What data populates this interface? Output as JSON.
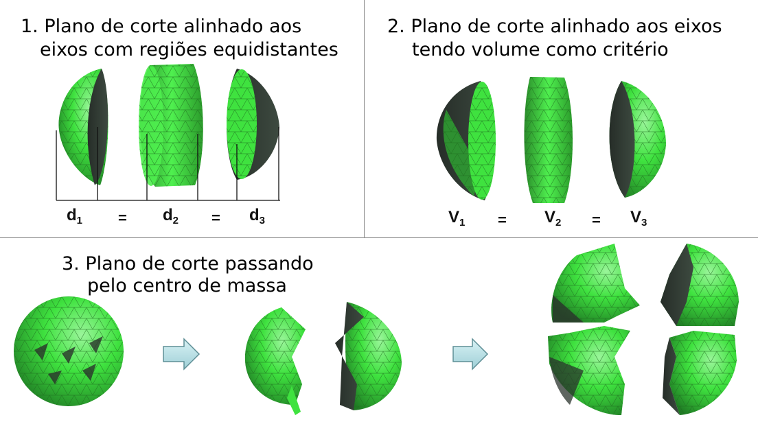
{
  "panel1": {
    "title_line1": "1. Plano de corte alinhado aos",
    "title_line2": "eixos com regiões equidistantes",
    "labels": [
      {
        "base": "d",
        "sub": "1"
      },
      {
        "base": "d",
        "sub": "2"
      },
      {
        "base": "d",
        "sub": "3"
      }
    ],
    "equals": "="
  },
  "panel2": {
    "title_line1": "2. Plano de corte alinhado aos eixos",
    "title_line2": "tendo volume como critério",
    "labels": [
      {
        "base": "V",
        "sub": "1"
      },
      {
        "base": "V",
        "sub": "2"
      },
      {
        "base": "V",
        "sub": "3"
      }
    ],
    "equals": "="
  },
  "panel3": {
    "title_line1": "3. Plano de corte passando",
    "title_line2": "pelo centro de massa"
  },
  "colors": {
    "mesh_green": "#3fe23f",
    "mesh_light": "#8ff58f",
    "mesh_dark": "#2f3a32",
    "mesh_line": "#1f6e1f",
    "arrow_fill": "#b5e0e6",
    "arrow_stroke": "#5f8f96",
    "divider": "#8a8a8a"
  }
}
